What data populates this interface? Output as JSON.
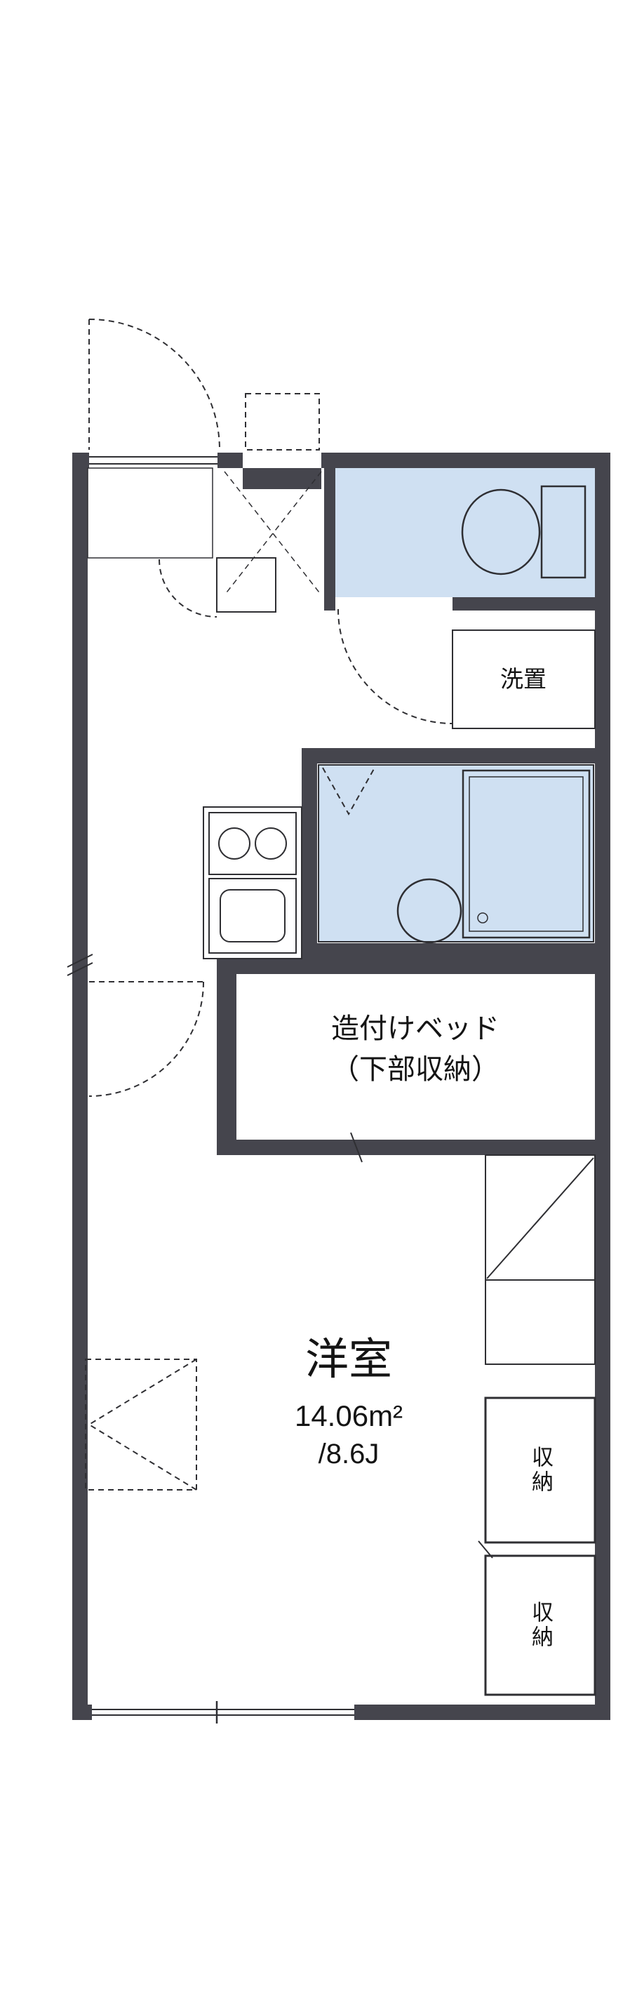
{
  "colors": {
    "wall": "#45454d",
    "fixture": "#cfe0f2",
    "storage": "#fbf1d8",
    "line": "#2f2f33"
  },
  "rooms": {
    "main_room": {
      "name": "洋室",
      "area_m2": "14.06m²",
      "area_jo": "/8.6J"
    },
    "built_in_bed": {
      "line1": "造付けベッド",
      "line2": "（下部収納）"
    },
    "washer_space": {
      "label": "洗置"
    },
    "closet_top": {
      "label": "収納"
    },
    "closet_bottom": {
      "label": "収納"
    }
  }
}
